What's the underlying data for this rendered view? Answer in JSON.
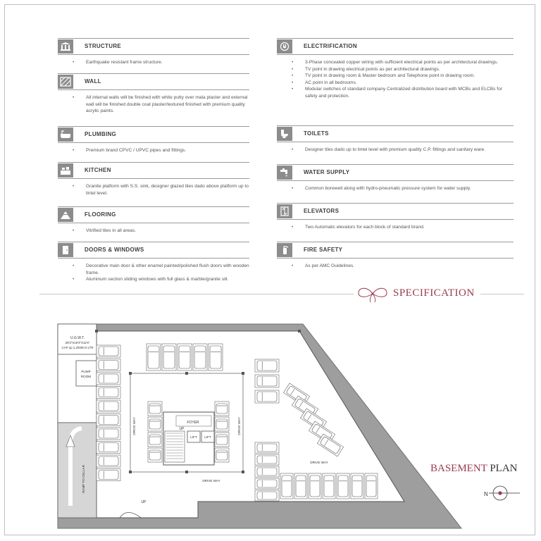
{
  "specification_title": "SPECIFICATION",
  "left_column": [
    {
      "title": "STRUCTURE",
      "icon": "building-icon",
      "items": [
        "Earthquake resistant frame structure."
      ]
    },
    {
      "title": "WALL",
      "icon": "wall-icon",
      "items": [
        "All internal walls will be finished with white putty over mala plaster and external wall will be finished double coat plaster/textured finished with premium quality acrylic paints."
      ]
    },
    {
      "title": "PLUMBING",
      "icon": "bathtub-icon",
      "items": [
        "Premium brand CPVC / UPVC pipes and fittings."
      ]
    },
    {
      "title": "KITCHEN",
      "icon": "kitchen-icon",
      "items": [
        "Granite platform with S.S. sink, designer glazed tiles dado above platform up to lintel level."
      ]
    },
    {
      "title": "FLOORING",
      "icon": "flooring-icon",
      "items": [
        "Vitrified tiles in all areas."
      ]
    },
    {
      "title": "DOORS & WINDOWS",
      "icon": "door-icon",
      "items": [
        "Decorative main door & other enamel painted/polished flush doors with wooden frame.",
        "Aluminum section sliding windows with full glass & marble/granite sill."
      ]
    }
  ],
  "right_column": [
    {
      "title": "ELECTRIFICATION",
      "icon": "electric-plug-icon",
      "items": [
        "3-Phase concealed copper wiring with sufficient electrical points as per architectural drawings.",
        "TV point in drawing electrical points as per architectural drawings.",
        "TV point in drawing room & Master bedroom and Telephone point in drawing room.",
        "AC point in all bedrooms.",
        "Modular switches of standard company Centralized distribution board with MCBs and ELCBs for safety and protection."
      ]
    },
    {
      "title": "TOILETS",
      "icon": "toilet-icon",
      "items": [
        "Designer tiles dado up to lintel level with premium quality C.P. fittings and sanitary ware."
      ]
    },
    {
      "title": "WATER SUPPLY",
      "icon": "faucet-icon",
      "items": [
        "Common borewell along with hydro-pneumatic pressure system for water supply."
      ]
    },
    {
      "title": "ELEVATORS",
      "icon": "elevator-icon",
      "items": [
        "Two Automatic elevators for each block of standard brand."
      ]
    },
    {
      "title": "FIRE SAFETY",
      "icon": "fire-extinguisher-icon",
      "items": [
        "As per AMC Guidelines."
      ]
    }
  ],
  "plan": {
    "title_part1": "BASEMENT",
    "title_part2": "PLAN",
    "north_label": "N",
    "labels": {
      "ugwt_1": "U.G.W.T.",
      "ugwt_2": "28'3\"X19'3\"X11'6\"",
      "ugwt_3": "CAP up 1,20000.0 LTR",
      "pump_1": "PUMP",
      "pump_2": "ROOM",
      "foyer": "FOYER",
      "up_stair": "UP",
      "lift_1": "LIFT",
      "lift_2": "LIFT",
      "drive_way_left": "DRIVE WAY",
      "drive_way_mid": "DRIVE WAY",
      "drive_way_bottom": "DRIVE WAY",
      "drive_way_right": "DRIVE WAY",
      "ramp": "RAMP TO CELLAR",
      "up_ramp": "UP"
    }
  },
  "colors": {
    "accent": "#9b3a4c",
    "icon_bg": "#8c8c8c",
    "plan_wall": "#9e9e9e",
    "plan_fill": "#d6d6d6"
  }
}
